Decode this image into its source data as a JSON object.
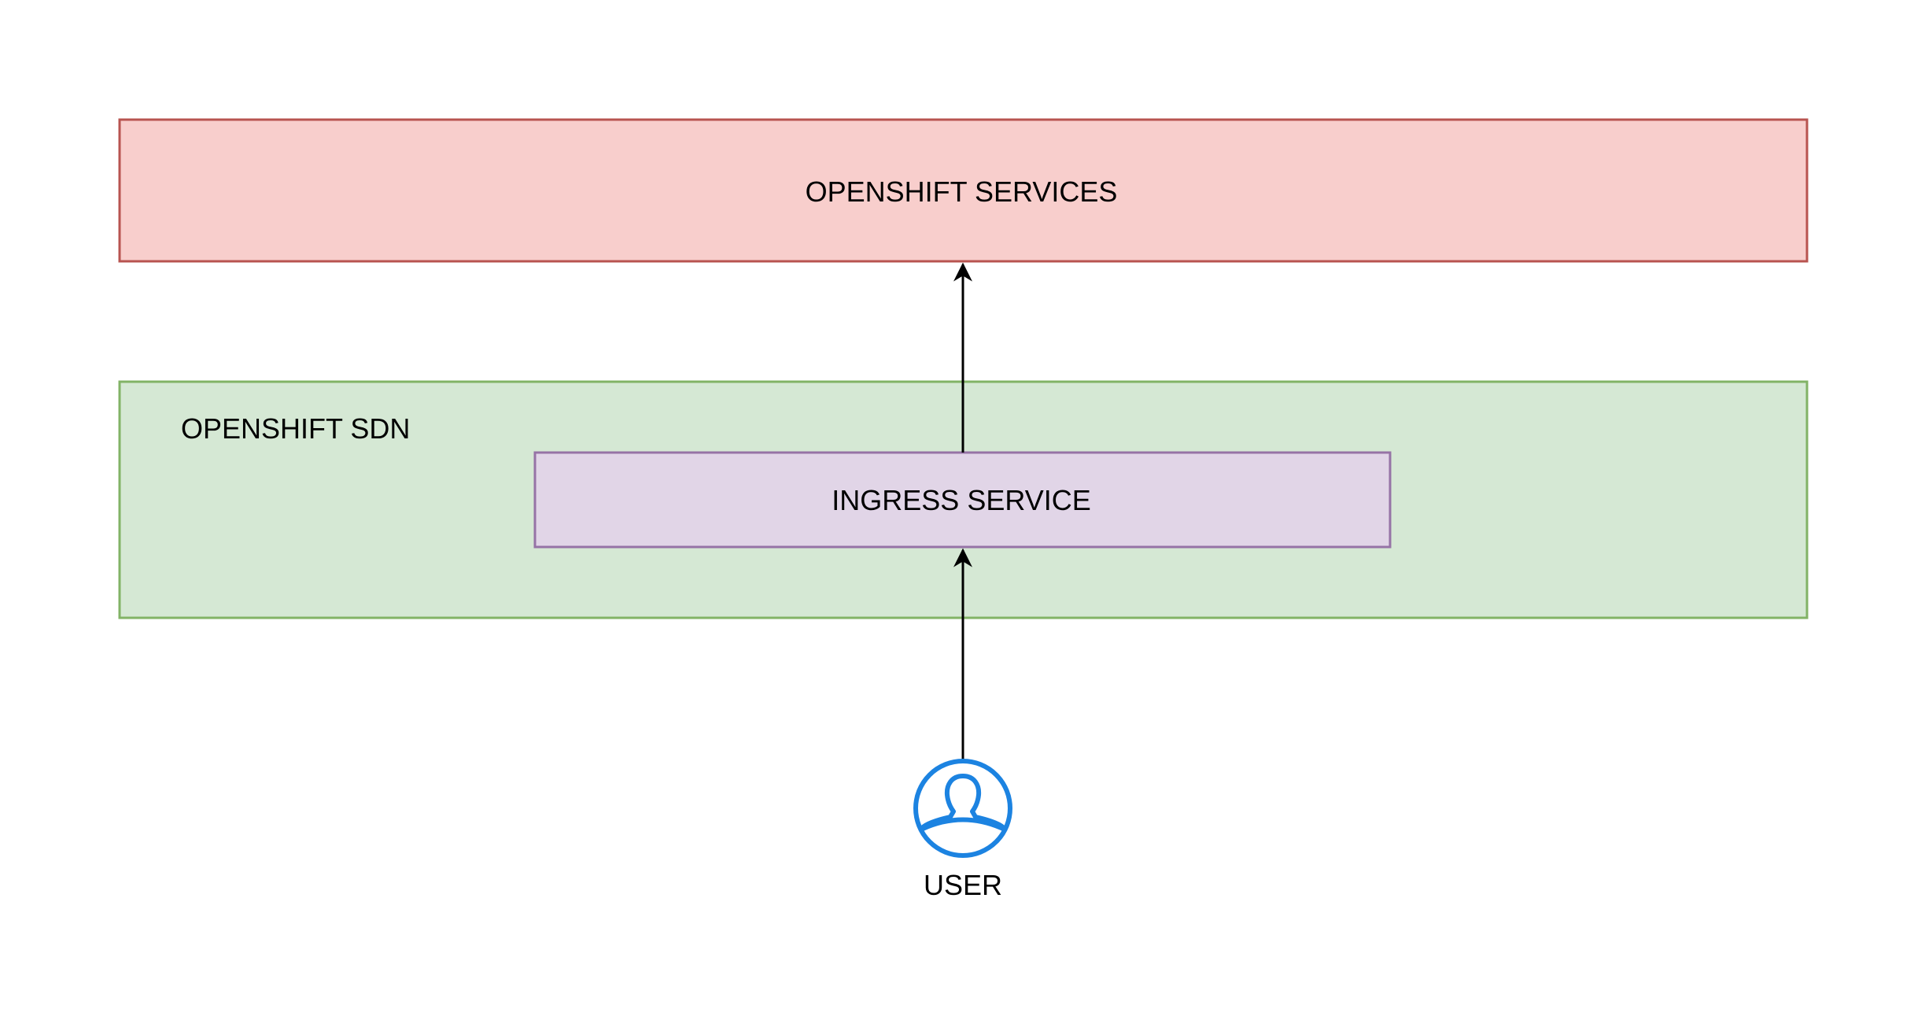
{
  "nodes": {
    "openshift_services": {
      "label": "OPENSHIFT SERVICES",
      "fill": "#f8cecc",
      "stroke": "#b85450"
    },
    "openshift_sdn": {
      "label": "OPENSHIFT SDN",
      "fill": "#d5e8d4",
      "stroke": "#82b366"
    },
    "ingress_service": {
      "label": "INGRESS SERVICE",
      "fill": "#e1d5e7",
      "stroke": "#9673a6"
    },
    "user": {
      "label": "USER",
      "icon": "user-icon",
      "color": "#1c83e1"
    }
  },
  "edges": [
    {
      "from": "user",
      "to": "ingress_service"
    },
    {
      "from": "ingress_service",
      "to": "openshift_services"
    }
  ]
}
